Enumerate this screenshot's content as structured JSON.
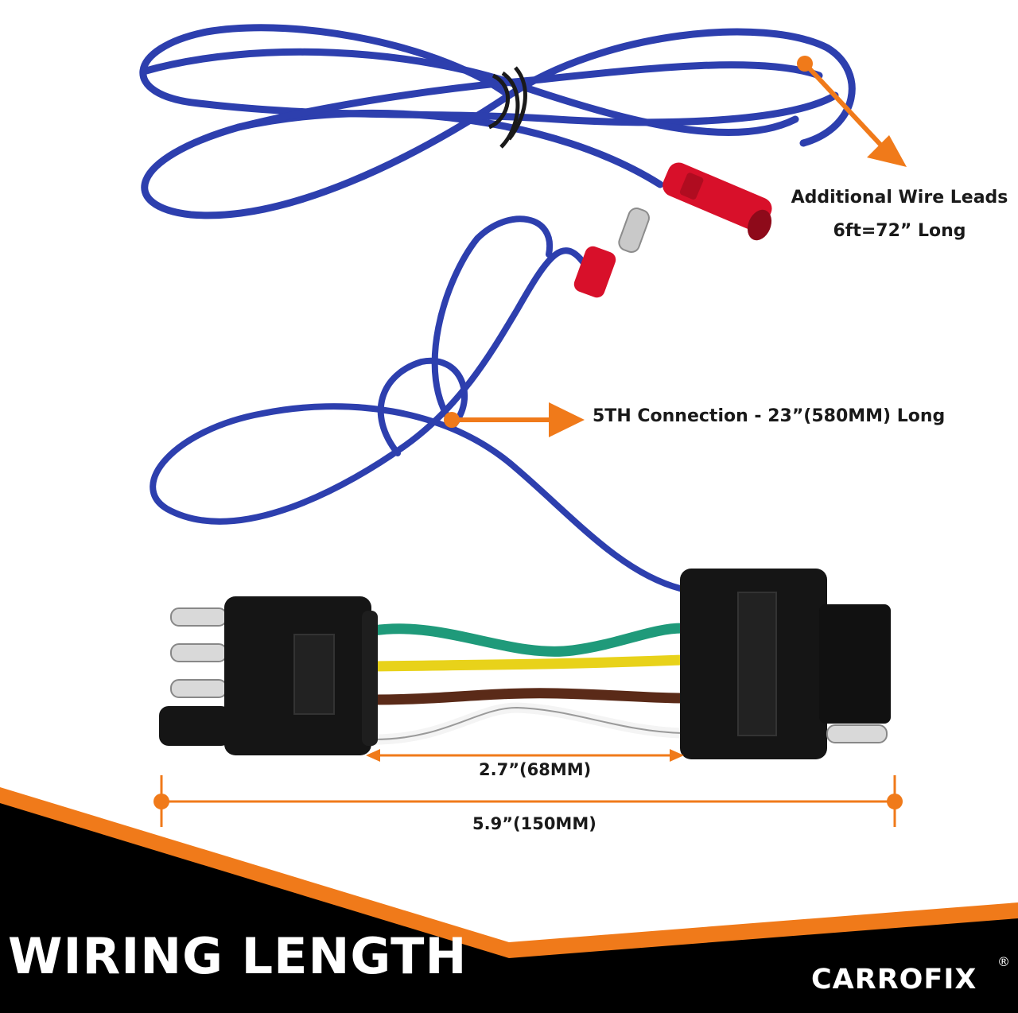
{
  "callouts": {
    "lead_line1": "Additional Wire Leads",
    "lead_line2": "6ft=72” Long",
    "fifth": "5TH Connection - 23”(580MM) Long"
  },
  "dimensions": {
    "short": "2.7”(68MM)",
    "long": "5.9”(150MM)"
  },
  "banner": {
    "title": "WIRING LENGTH",
    "brand": "CARROFIX",
    "reg_mark": "®"
  },
  "colors": {
    "accent": "#f07a1a",
    "banner": "#000000",
    "wire_blue": "#2d3fae",
    "wire_green": "#1f9a7a",
    "wire_yellow": "#e8d21a",
    "wire_brown": "#5a2a18",
    "wire_white": "#f4f4f4",
    "connector": "#151515",
    "terminal_red": "#d8102a"
  }
}
